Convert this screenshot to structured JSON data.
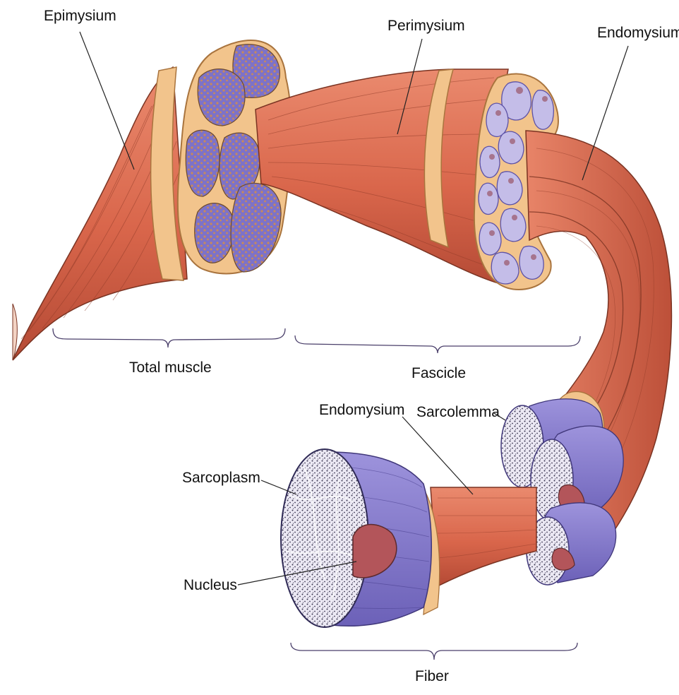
{
  "labels": {
    "epimysium": "Epimysium",
    "perimysium": "Perimysium",
    "endomysium_top": "Endomysium",
    "total_muscle": "Total muscle",
    "fascicle": "Fascicle",
    "endomysium_bottom": "Endomysium",
    "sarcolemma": "Sarcolemma",
    "sarcoplasm": "Sarcoplasm",
    "nucleus": "Nucleus",
    "fiber": "Fiber"
  },
  "colors": {
    "muscle": "#d9664b",
    "muscle_dark": "#b84a34",
    "sheath": "#f2c48c",
    "sheath_edge": "#a9743e",
    "fiber_purple": "#8b7fd0",
    "fiber_purple_dark": "#5d52a6",
    "fiber_light": "#c9c3ea",
    "nucleus": "#b3555a",
    "ink": "#3a2a24"
  }
}
